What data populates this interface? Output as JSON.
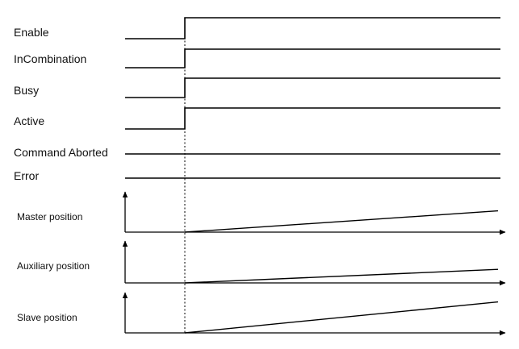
{
  "signals": [
    {
      "label": "Enable",
      "initial": 0,
      "final": 1
    },
    {
      "label": "InCombination",
      "initial": 0,
      "final": 1
    },
    {
      "label": "Busy",
      "initial": 0,
      "final": 1
    },
    {
      "label": "Active",
      "initial": 0,
      "final": 1
    },
    {
      "label": "Command Aborted",
      "initial": 0,
      "final": 0
    },
    {
      "label": "Error",
      "initial": 0,
      "final": 0
    }
  ],
  "positions": [
    {
      "label": "Master position",
      "end_level": 0.55
    },
    {
      "label": "Auxiliary position",
      "end_level": 0.35
    },
    {
      "label": "Slave position",
      "end_level": 0.8
    }
  ]
}
